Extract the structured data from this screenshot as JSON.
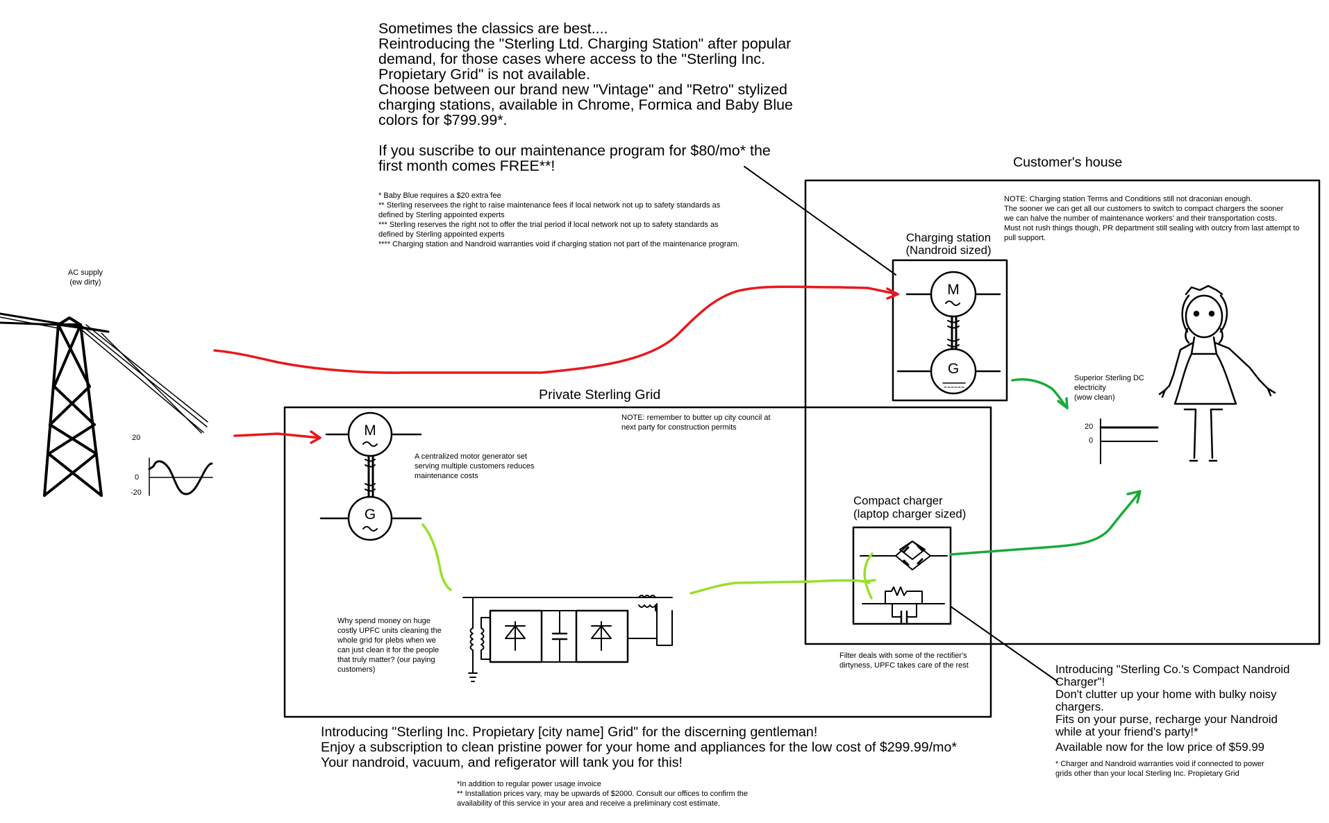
{
  "ad_top": {
    "lines": [
      "Sometimes the classics are best....",
      "Reintroducing the \"Sterling Ltd. Charging Station\" after popular",
      "demand, for those cases where access to the \"Sterling Inc.",
      "Propietary Grid\" is not available.",
      "Choose between our brand new \"Vintage\" and \"Retro\" stylized",
      "charging stations, available in Chrome, Formica and Baby Blue",
      "colors for $799.99*.",
      "",
      "If you suscribe to our maintenance program for $80/mo* the",
      "first month comes FREE**!"
    ],
    "footnotes": [
      "* Baby Blue requires a $20 extra fee",
      "** Sterling reservees the right to raise maintenance fees if local network not up to safety standards as",
      "defined by Sterling appointed experts",
      "*** Sterling reserves the right not to offer the trial period if local network not up to safety standards as",
      "defined by Sterling appointed experts",
      "**** Charging station and Nandroid warranties void if charging station not part of the maintenance program."
    ]
  },
  "ac_supply": {
    "lines": [
      "AC supply",
      "(ew dirty)"
    ]
  },
  "ac_scope": {
    "ticks": [
      "20",
      "0",
      "-20"
    ]
  },
  "customers_house": {
    "title": "Customer's house",
    "note": [
      "NOTE: Charging station Terms and Conditions still not draconian enough.",
      "The sooner we can get all our customers to switch to compact chargers the sooner",
      "we can halve the number of maintenance workers' and their transportation costs.",
      "Must not rush things though, PR department still sealing with outcry from last attempt to",
      "pull support."
    ],
    "charging_station_label": [
      "Charging station",
      "(Nandroid sized)"
    ],
    "compact_charger_label": [
      "Compact charger",
      "(laptop charger sized)"
    ],
    "dc_label": [
      "Superior Sterling DC",
      "electricity",
      "(wow clean)"
    ],
    "dc_scope_ticks": [
      "20",
      "0"
    ],
    "filter_note": [
      "Filter deals with some of the rectifier's",
      "dirtyness, UPFC takes care of the rest"
    ]
  },
  "private_grid": {
    "title": "Private Sterling Grid",
    "note": [
      "NOTE: remember to butter up city council at",
      "next party for construction permits"
    ],
    "mg_note": [
      "A centralized motor generator set",
      "serving multiple customers reduces",
      "maintenance costs"
    ],
    "upfc_note": [
      "Why spend money on huge",
      "costly UPFC units cleaning the",
      "whole grid for plebs when we",
      "can just clean it for the people",
      "that truly matter? (our paying",
      "customers)"
    ]
  },
  "machines": {
    "motor": "M",
    "generator": "G"
  },
  "ad_bottom": {
    "lines": [
      "Introducing \"Sterling Inc. Propietary [city name] Grid\" for the discerning gentleman!",
      "Enjoy a subscription to clean pristine power for your home and appliances for the low cost of $299.99/mo*",
      "Your nandroid, vacuum, and refigerator will tank you for this!"
    ],
    "footnotes": [
      "*In addition to regular power usage invoice",
      "** Installation prices vary, may be upwards of $2000. Consult our offices to confirm the",
      "availability of this service in your area and receive a preliminary cost estimate."
    ]
  },
  "ad_compact": {
    "lines": [
      "Introducing \"Sterling Co.'s Compact Nandroid",
      "Charger\"!",
      "Don't clutter up your home with bulky noisy",
      "chargers.",
      "Fits on your purse, recharge your Nandroid",
      "while at your friend's party!*",
      "Available now for the low price of $59.99"
    ],
    "footnotes": [
      "* Charger and Nandroid warranties void if connected to power",
      "grids other than your local Sterling Inc. Propietary Grid"
    ]
  },
  "colors": {
    "dirty": "#e8191c",
    "filtered": "#99e02a",
    "clean": "#1aaa3a",
    "ink": "#000000"
  }
}
